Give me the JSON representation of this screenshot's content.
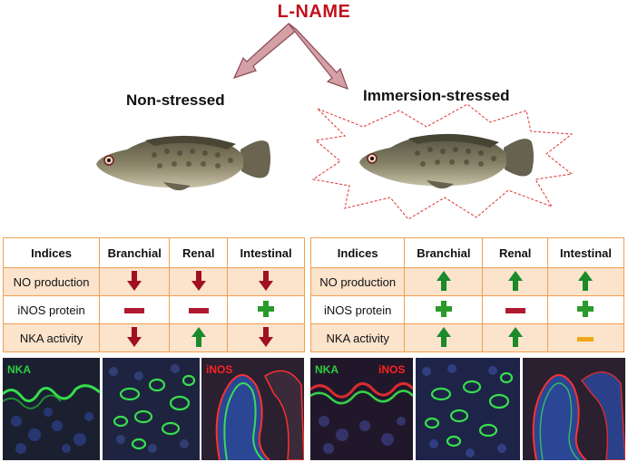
{
  "title": "L-NAME",
  "groups": [
    {
      "label": "Non-stressed",
      "table": {
        "headers": [
          "Indices",
          "Branchial",
          "Renal",
          "Intestinal"
        ],
        "rows": [
          {
            "label": "NO production",
            "marks": [
              "down",
              "down",
              "down"
            ]
          },
          {
            "label": "iNOS protein",
            "marks": [
              "minus",
              "minus",
              "plus"
            ]
          },
          {
            "label": "NKA activity",
            "marks": [
              "down",
              "up",
              "down"
            ]
          }
        ]
      },
      "micrographs": [
        {
          "labels": [
            "NKA"
          ]
        },
        {
          "labels": []
        },
        {
          "labels": [
            "iNOS"
          ]
        }
      ]
    },
    {
      "label": "Immersion-stressed",
      "table": {
        "headers": [
          "Indices",
          "Branchial",
          "Renal",
          "Intestinal"
        ],
        "rows": [
          {
            "label": "NO production",
            "marks": [
              "up",
              "up",
              "up"
            ]
          },
          {
            "label": "iNOS protein",
            "marks": [
              "plus",
              "minus",
              "plus"
            ]
          },
          {
            "label": "NKA activity",
            "marks": [
              "up",
              "up",
              "dash"
            ]
          }
        ]
      },
      "micrographs": [
        {
          "labels": [
            "NKA",
            "iNOS"
          ]
        },
        {
          "labels": []
        },
        {
          "labels": []
        }
      ]
    }
  ],
  "colors": {
    "title": "#c0121e",
    "arrow_fill": "#d4a0a6",
    "down": "#a0101e",
    "up": "#1a8a2a",
    "minus": "#b01a30",
    "plus": "#2a9a2a",
    "dash": "#f0a818",
    "table_border": "#f0a050",
    "row_shade": "#fbe3cc",
    "nka_label": "#2ecc40",
    "inos_label": "#ff2020"
  }
}
